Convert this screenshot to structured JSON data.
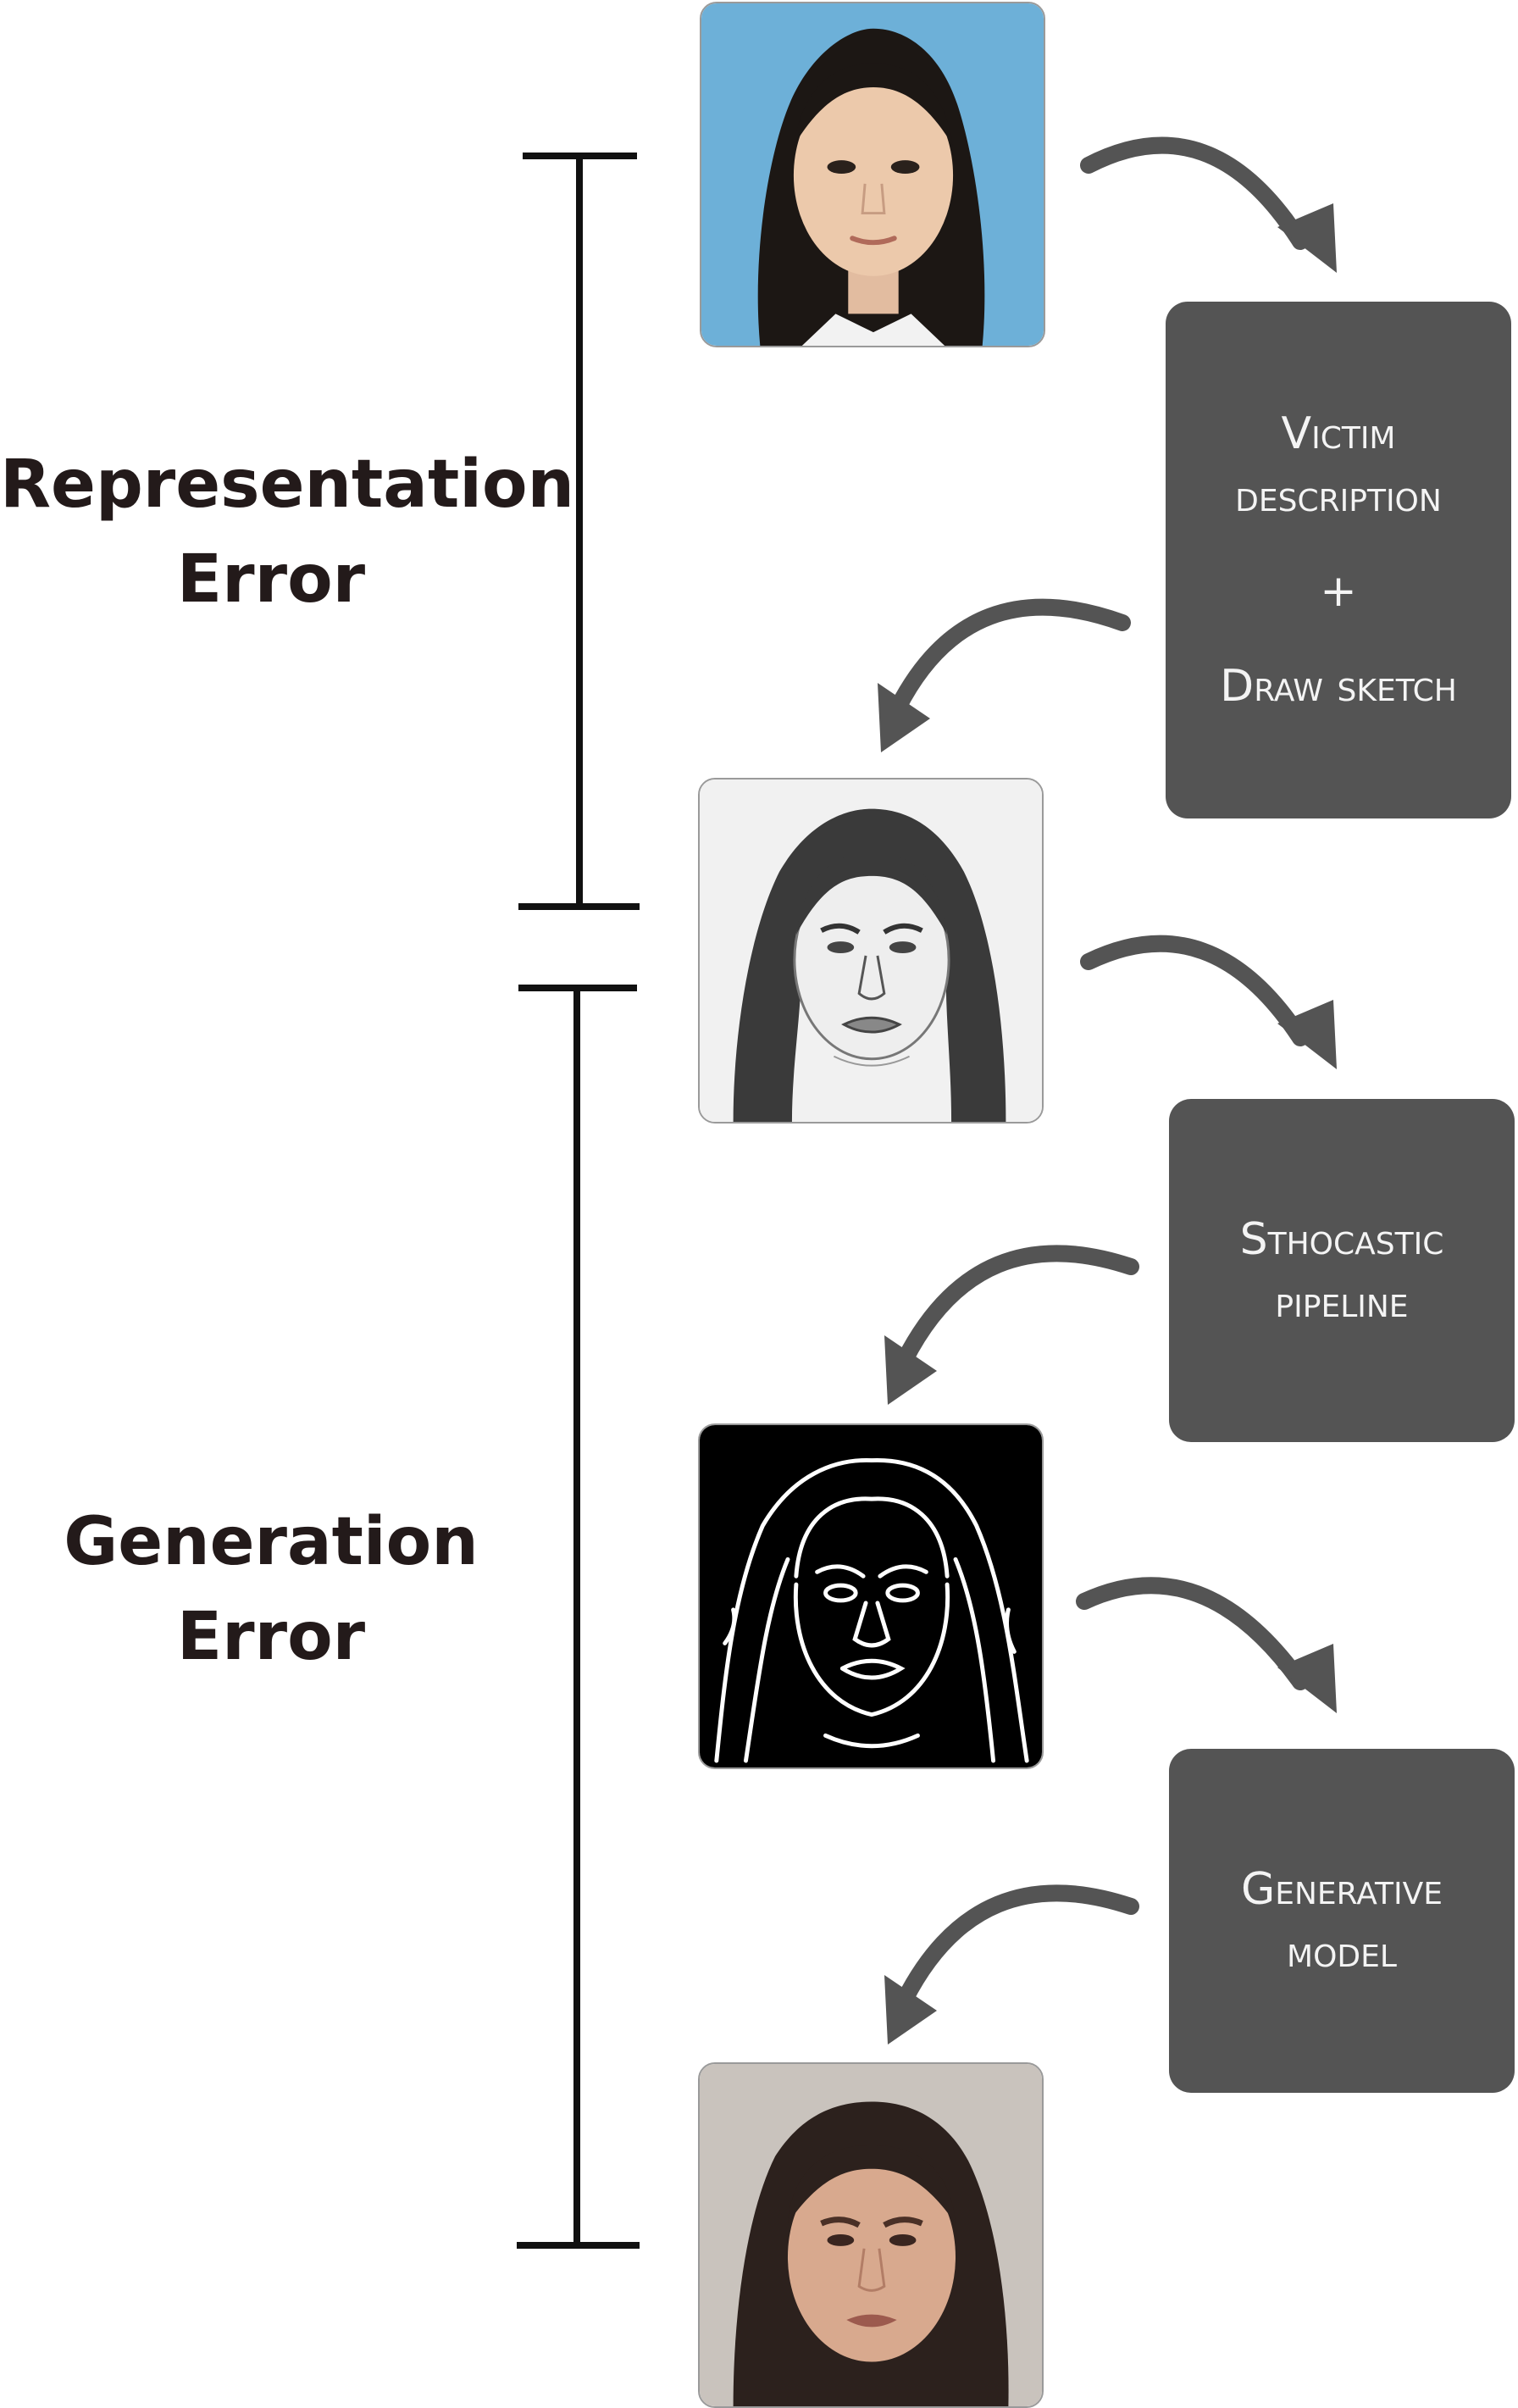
{
  "labels": {
    "representation": [
      "Representation",
      "Error"
    ],
    "generation": [
      "Generation",
      "Error"
    ]
  },
  "steps": [
    {
      "lines": [
        "Victim",
        "description"
      ],
      "plus": "+",
      "extra": [
        "Draw sketch"
      ]
    },
    {
      "lines": [
        "Sthocastic",
        "pipeline"
      ]
    },
    {
      "lines": [
        "Generative",
        "model"
      ]
    }
  ],
  "images": [
    "victim-photo",
    "forensic-sketch",
    "edge-map",
    "generated-face"
  ],
  "colors": {
    "box": "#545454",
    "arrow": "#545454",
    "bracket": "#111111",
    "label": "#231a1a",
    "photo_background": "#6db0d8"
  }
}
